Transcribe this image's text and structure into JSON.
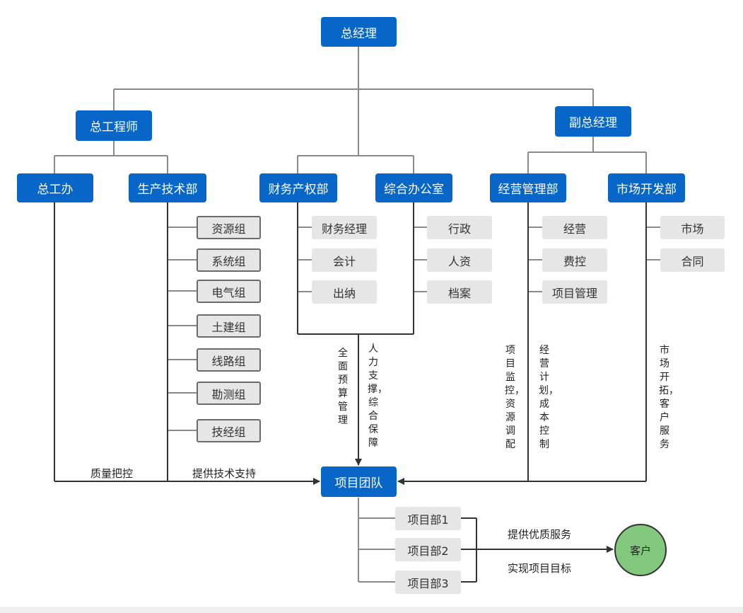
{
  "nodes": {
    "gm": "总经理",
    "chief_engineer": "总工程师",
    "deputy_gm": "副总经理",
    "engineering_office": "总工办",
    "production_tech": "生产技术部",
    "finance_property": "财务产权部",
    "general_office": "综合办公室",
    "business_mgmt": "经营管理部",
    "market_dev": "市场开发部",
    "project_team": "项目团队",
    "customer": "客户"
  },
  "production_groups": [
    "资源组",
    "系统组",
    "电气组",
    "土建组",
    "线路组",
    "勘测组",
    "技经组"
  ],
  "finance_items": [
    "财务经理",
    "会计",
    "出纳"
  ],
  "office_items": [
    "行政",
    "人资",
    "档案"
  ],
  "business_items": [
    "经营",
    "费控",
    "项目管理"
  ],
  "market_items": [
    "市场",
    "合同"
  ],
  "project_depts": [
    "项目部1",
    "项目部2",
    "项目部3"
  ],
  "labels": {
    "quality": "质量把控",
    "tech_support": "提供技术支持",
    "budget": "全面预算管理",
    "hr_support": "人力支撑，综合保障",
    "project_monitor": "项目监控，资源调配",
    "plan_cost": "经营计划，成本控制",
    "market_service": "市场开拓，客户服务",
    "quality_service": "提供优质服务",
    "achieve_goals": "实现项目目标"
  }
}
